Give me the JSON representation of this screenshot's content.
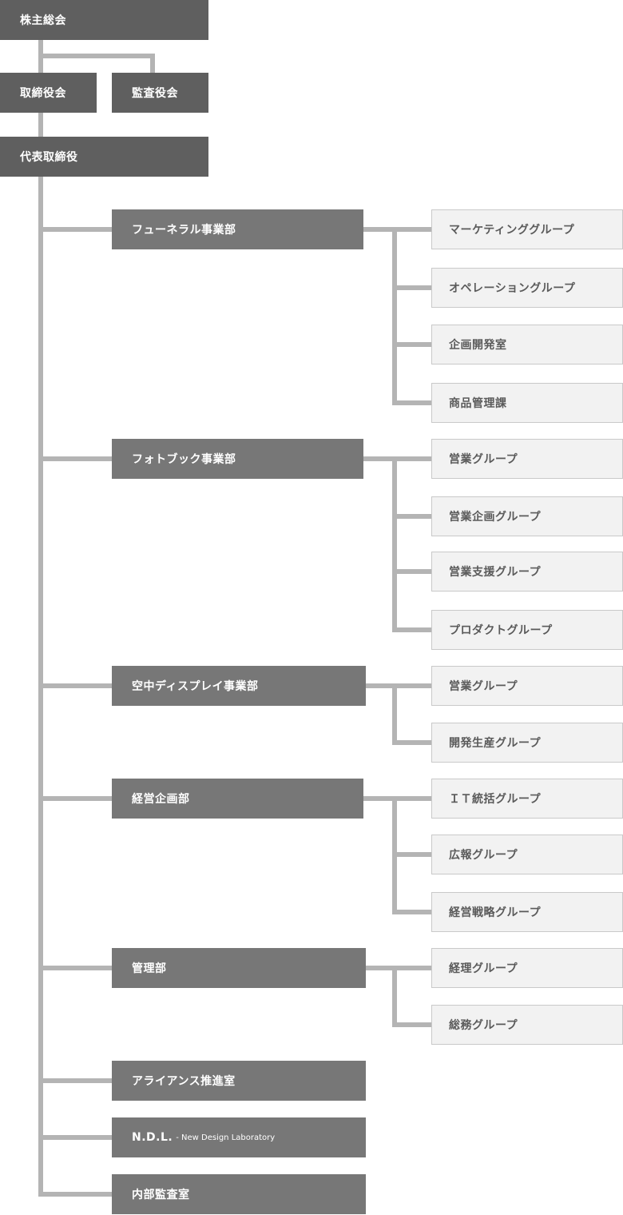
{
  "colors": {
    "top_box": "#5f5f5f",
    "dept_box": "#777777",
    "group_box": "#f2f2f2",
    "group_text": "#5a5a5a",
    "connector": "#b4b4b4"
  },
  "top": {
    "shareholders": "株主総会",
    "board": "取締役会",
    "auditors": "監査役会",
    "president": "代表取締役"
  },
  "departments": [
    {
      "label": "フューネラル事業部",
      "groups": [
        "マーケティンググループ",
        "オペレーショングループ",
        "企画開発室",
        "商品管理課"
      ]
    },
    {
      "label": "フォトブック事業部",
      "groups": [
        "営業グループ",
        "営業企画グループ",
        "営業支援グループ",
        "プロダクトグループ"
      ]
    },
    {
      "label": "空中ディスプレイ事業部",
      "groups": [
        "営業グループ",
        "開発生産グループ"
      ]
    },
    {
      "label": "経営企画部",
      "groups": [
        "ＩＴ統括グループ",
        "広報グループ",
        "経営戦略グループ"
      ]
    },
    {
      "label": "管理部",
      "groups": [
        "経理グループ",
        "総務グループ"
      ]
    },
    {
      "label": "アライアンス推進室",
      "groups": []
    },
    {
      "label": "N.D.L.",
      "sublabel": "- New Design Laboratory",
      "groups": []
    },
    {
      "label": "内部監査室",
      "groups": []
    }
  ]
}
